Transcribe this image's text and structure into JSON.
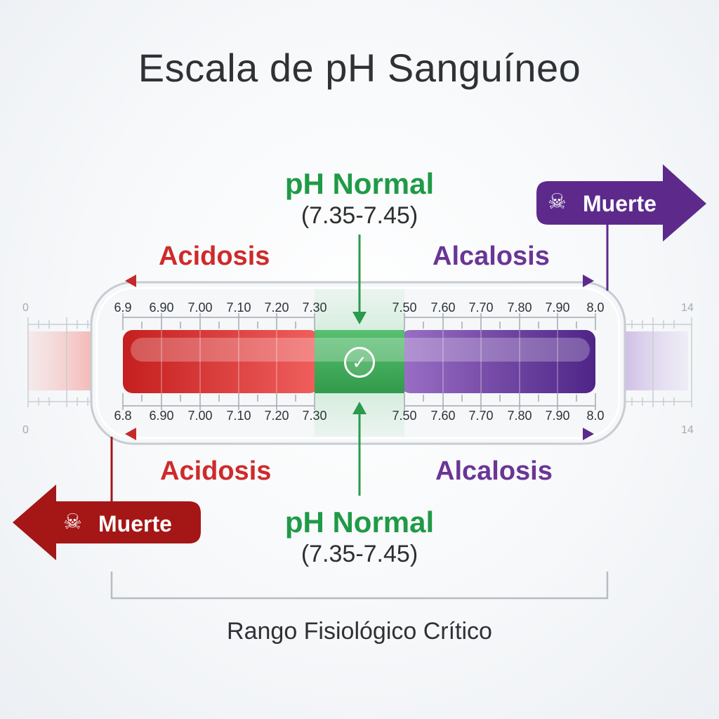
{
  "title": "Escala de pH Sanguíneo",
  "normal": {
    "title": "pH Normal",
    "range": "(7.35-7.45)"
  },
  "acidosis_label": "Acidosis",
  "alcalosis_label": "Alcalosis",
  "death_label": "Muerte",
  "footer": "Rango Fisiológico Crítico",
  "outer_scale": {
    "min": "0",
    "max": "14"
  },
  "top_ticks": [
    "6.9",
    "6.90",
    "7.00",
    "7.10",
    "7.20",
    "7.30",
    "7.50",
    "7.60",
    "7.70",
    "7.80",
    "7.90",
    "8.0"
  ],
  "bottom_ticks": [
    "6.8",
    "6.90",
    "7.00",
    "7.10",
    "7.20",
    "7.30",
    "7.50",
    "7.60",
    "7.70",
    "7.80",
    "7.90",
    "8.0"
  ],
  "icons": {
    "skull": "skull-crossbones-icon",
    "check": "check-circle-icon"
  },
  "colors": {
    "acid": "#d63232",
    "normal": "#3fae59",
    "alkaline": "#6d3a9e",
    "death_red": "#a51616",
    "death_purple": "#5d2a8c",
    "text_green": "#1f9a47"
  }
}
